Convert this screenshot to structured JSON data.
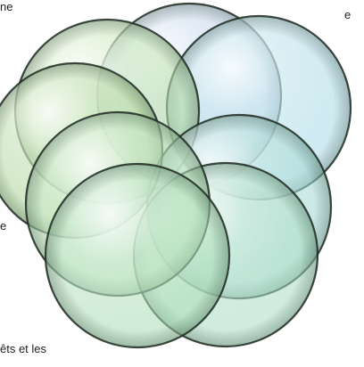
{
  "text_fragments": [
    {
      "id": "top-left",
      "text": "ne"
    },
    {
      "id": "top-right",
      "text": "e"
    },
    {
      "id": "mid-left",
      "text": "e"
    },
    {
      "id": "bottom-left",
      "text": "êts et les"
    }
  ],
  "circles": [
    {
      "name": "circle-top",
      "color": "#b7cdea"
    },
    {
      "name": "circle-upper-right",
      "color": "#a7d9e6"
    },
    {
      "name": "circle-right",
      "color": "#9fd6cf"
    },
    {
      "name": "circle-lower-right",
      "color": "#a7ddc2"
    },
    {
      "name": "circle-bottom",
      "color": "#a9ddb5"
    },
    {
      "name": "circle-lower-left",
      "color": "#b3e0b0"
    },
    {
      "name": "circle-left",
      "color": "#b9e0a6"
    },
    {
      "name": "circle-upper-left",
      "color": "#a9d494"
    }
  ],
  "stroke_color": "#1f2a22"
}
